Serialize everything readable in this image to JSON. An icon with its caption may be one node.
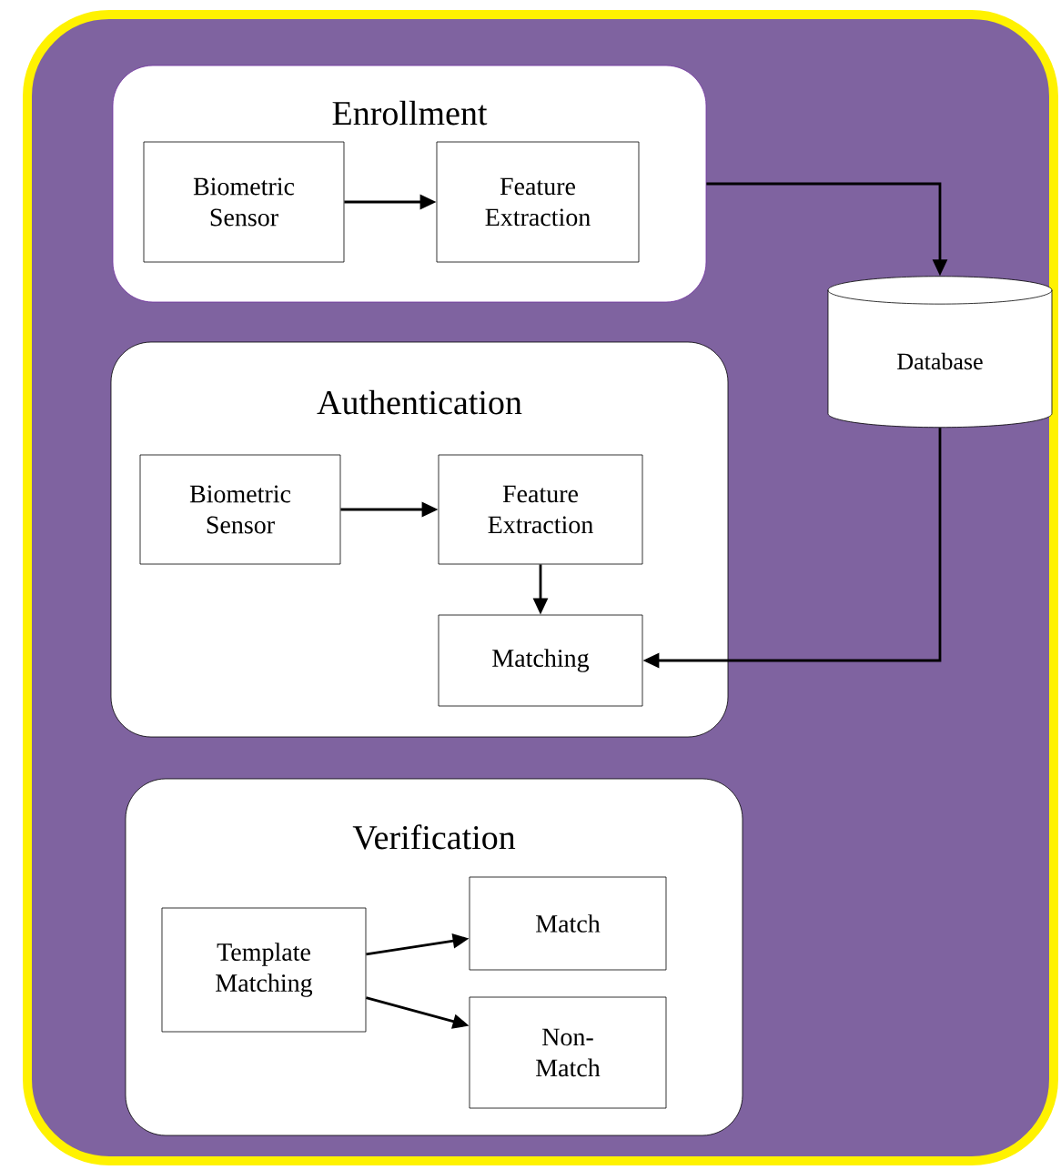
{
  "diagram": {
    "nodes": [
      {
        "text": [],
        "shape": "box"
      },
      {
        "text": [
          "Enrollment"
        ],
        "in": 0
      },
      {
        "text": [
          "Biometric Sensor"
        ],
        "in": 1
      },
      {
        "text": [
          "Feature Extraction"
        ],
        "in": 1
      },
      {
        "text": [
          "Database"
        ],
        "in": 0
      },
      {
        "text": [
          "Authentication"
        ],
        "in": 0
      },
      {
        "text": [
          "Biometric Sensor"
        ],
        "in": 5
      },
      {
        "text": [
          "Feature Extraction"
        ],
        "in": 5
      },
      {
        "text": [
          "Matching"
        ],
        "in": 5
      },
      {
        "text": [
          "Verification"
        ],
        "in": 0
      },
      {
        "text": [
          "Template Matching"
        ],
        "in": 9
      },
      {
        "text": [
          "Match"
        ],
        "in": 9
      },
      {
        "text": [
          "Non-Match"
        ],
        "in": 9
      }
    ],
    "edges": [
      {
        "from": 2,
        "to": 3,
        "arrow": "to"
      },
      {
        "from": 1,
        "to": 4,
        "arrow": "to"
      },
      {
        "from": 6,
        "to": 7,
        "arrow": "to"
      },
      {
        "from": 7,
        "to": 8,
        "arrow": "to"
      },
      {
        "from": 4,
        "to": 8,
        "arrow": "to"
      },
      {
        "from": 10,
        "to": 11,
        "arrow": "to"
      },
      {
        "from": 10,
        "to": 12,
        "arrow": "to"
      }
    ]
  }
}
